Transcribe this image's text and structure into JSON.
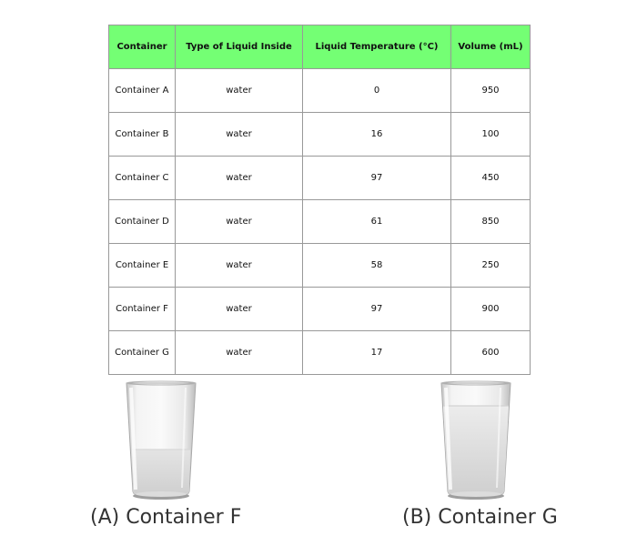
{
  "table": {
    "headers": [
      "Container",
      "Type of Liquid Inside",
      "Liquid Temperature (°C)",
      "Volume (mL)"
    ],
    "rows": [
      [
        "Container A",
        "water",
        "0",
        "950"
      ],
      [
        "Container B",
        "water",
        "16",
        "100"
      ],
      [
        "Container C",
        "water",
        "97",
        "450"
      ],
      [
        "Container D",
        "water",
        "61",
        "850"
      ],
      [
        "Container E",
        "water",
        "58",
        "250"
      ],
      [
        "Container F",
        "water",
        "97",
        "900"
      ],
      [
        "Container G",
        "water",
        "17",
        "600"
      ]
    ]
  },
  "options": [
    {
      "caption": "(A) Container F",
      "fill_level": 0.4
    },
    {
      "caption": "(B) Container G",
      "fill_level": 0.8
    }
  ],
  "colors": {
    "header_bg": "#74ff74",
    "border": "#999999"
  }
}
